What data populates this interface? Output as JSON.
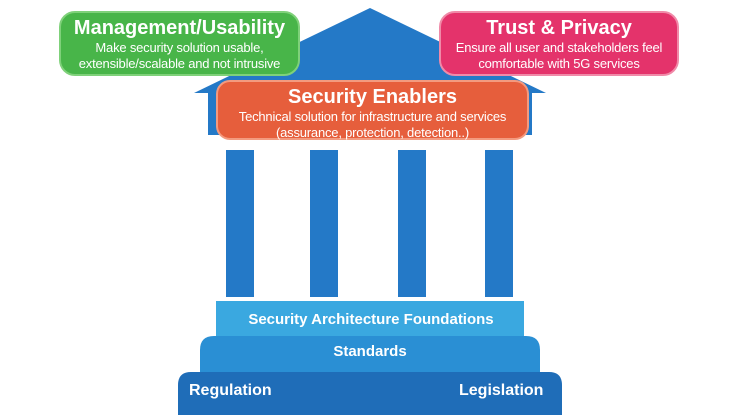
{
  "top_boxes": {
    "management": {
      "title": "Management/Usability",
      "line1": "Make security solution usable,",
      "line2": "extensible/scalable and not intrusive"
    },
    "trust": {
      "title": "Trust & Privacy",
      "line1": "Ensure all user and stakeholders feel",
      "line2": "comfortable with 5G services"
    }
  },
  "enablers": {
    "title": "Security Enablers",
    "line1": "Technical solution for infrastructure and services",
    "line2": "(assurance, protection, detection..)"
  },
  "base": {
    "foundations": "Security Architecture Foundations",
    "standards": "Standards",
    "regulation": "Regulation",
    "legislation": "Legislation"
  },
  "colors": {
    "building_blue": "#2479c7",
    "foundations_blue": "#3aa8e0",
    "standards_blue": "#2a8fd4",
    "base_blue": "#1f6db8",
    "management_green": "#48b549",
    "trust_pink": "#e4336b",
    "enablers_orange": "#e65e3c"
  }
}
